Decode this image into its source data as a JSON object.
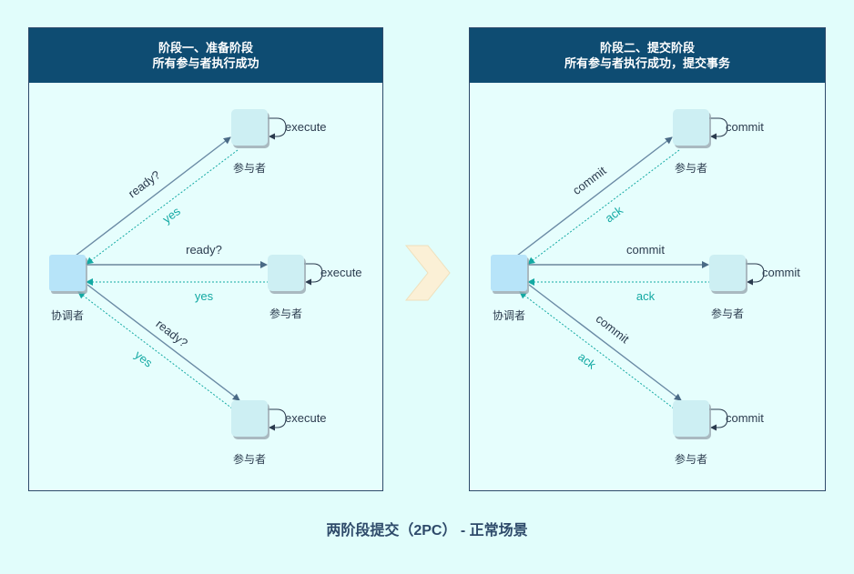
{
  "phase1": {
    "title_line1": "阶段一、准备阶段",
    "title_line2": "所有参与者执行成功",
    "coordinator": "协调者",
    "participant": "参与者",
    "self_action": "execute",
    "request": "ready?",
    "response": "yes"
  },
  "phase2": {
    "title_line1": "阶段二、提交阶段",
    "title_line2": "所有参与者执行成功，提交事务",
    "coordinator": "协调者",
    "participant": "参与者",
    "self_action": "commit",
    "request": "commit",
    "response": "ack"
  },
  "caption": "两阶段提交（2PC） - 正常场景",
  "colors": {
    "header_bg": "#0e4c72",
    "coordinator_fill": "#b7e4f9",
    "participant_fill": "#cdeff3",
    "request_line": "#6a8aa4",
    "response_line": "#13a9a3",
    "arrow_chevron": "#fbf0d6"
  }
}
